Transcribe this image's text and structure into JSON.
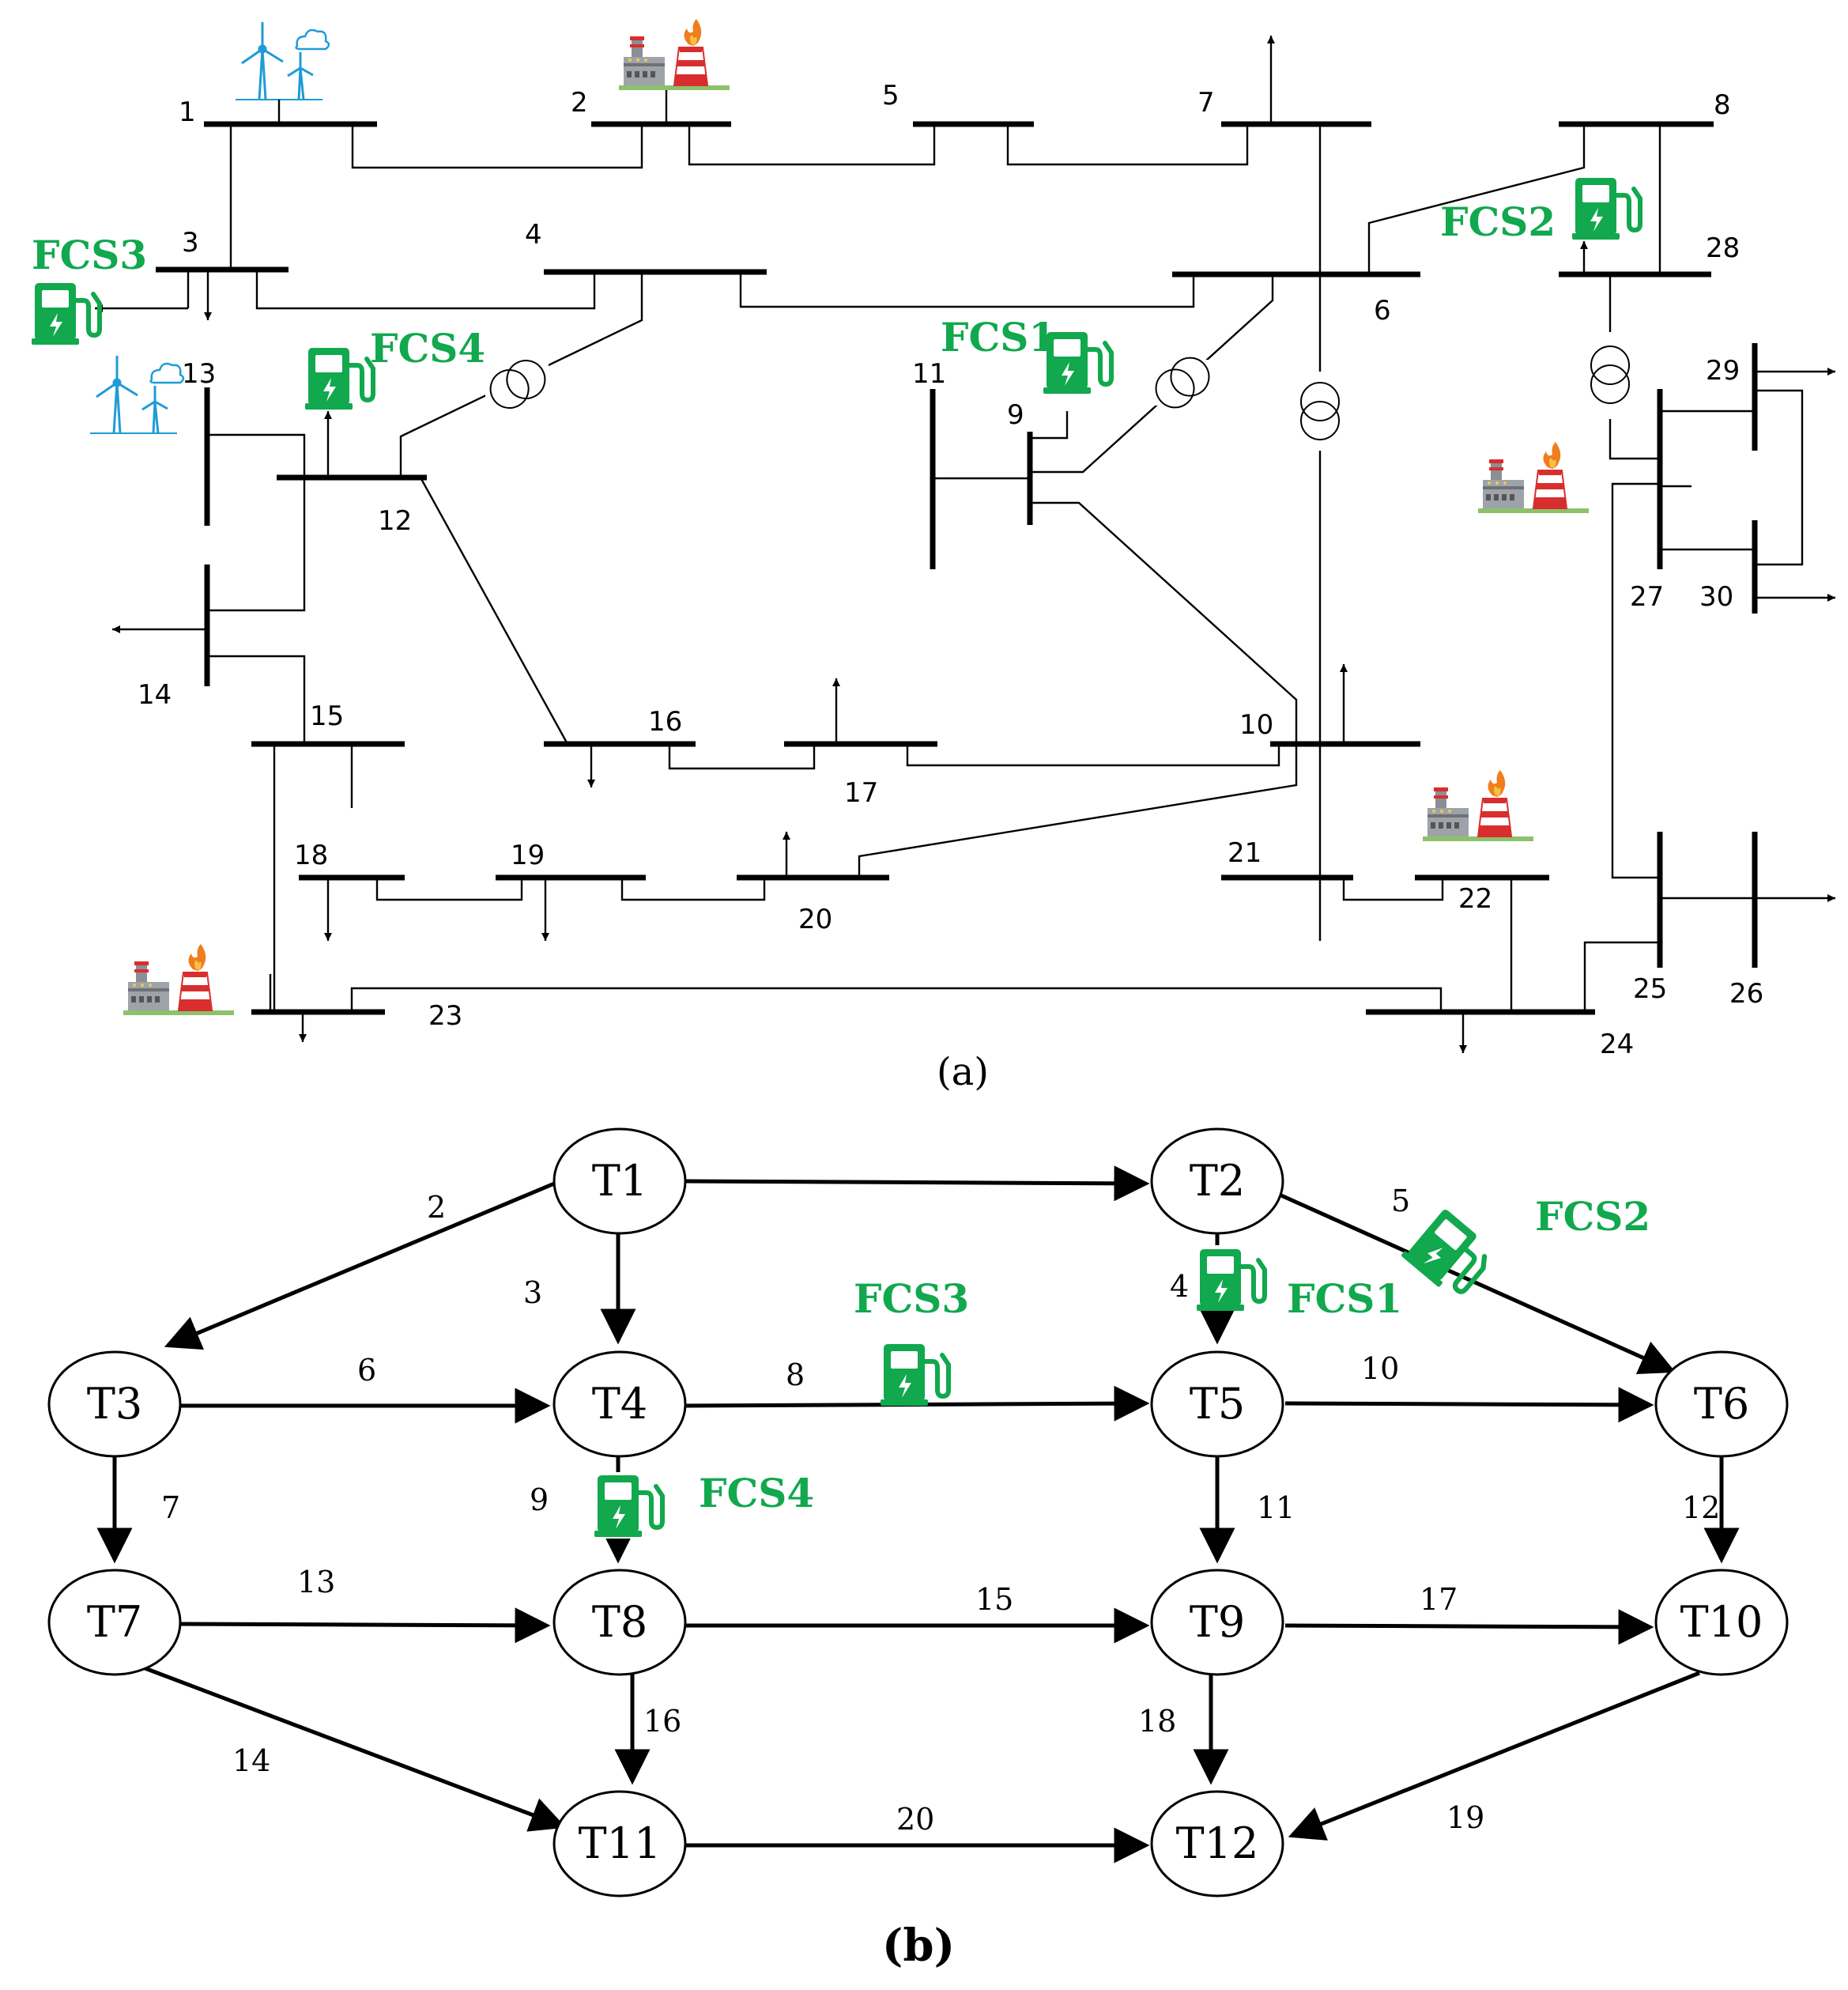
{
  "colors": {
    "fcs": "#11a84e",
    "line": "#000000",
    "wind": "#1f9bd8",
    "plant_gray": "#8a8f96",
    "plant_red": "#d92e2e",
    "flame": "#f07d1e"
  },
  "captions": {
    "a": "(a)",
    "b": "(b)"
  },
  "power": {
    "buses": [
      {
        "id": "1",
        "label": "1"
      },
      {
        "id": "2",
        "label": "2"
      },
      {
        "id": "3",
        "label": "3"
      },
      {
        "id": "4",
        "label": "4"
      },
      {
        "id": "5",
        "label": "5"
      },
      {
        "id": "6",
        "label": "6"
      },
      {
        "id": "7",
        "label": "7"
      },
      {
        "id": "8",
        "label": "8"
      },
      {
        "id": "9",
        "label": "9"
      },
      {
        "id": "10",
        "label": "10"
      },
      {
        "id": "11",
        "label": "11"
      },
      {
        "id": "12",
        "label": "12"
      },
      {
        "id": "13",
        "label": "13"
      },
      {
        "id": "14",
        "label": "14"
      },
      {
        "id": "15",
        "label": "15"
      },
      {
        "id": "16",
        "label": "16"
      },
      {
        "id": "17",
        "label": "17"
      },
      {
        "id": "18",
        "label": "18"
      },
      {
        "id": "19",
        "label": "19"
      },
      {
        "id": "20",
        "label": "20"
      },
      {
        "id": "21",
        "label": "21"
      },
      {
        "id": "22",
        "label": "22"
      },
      {
        "id": "23",
        "label": "23"
      },
      {
        "id": "24",
        "label": "24"
      },
      {
        "id": "25",
        "label": "25"
      },
      {
        "id": "26",
        "label": "26"
      },
      {
        "id": "27",
        "label": "27"
      },
      {
        "id": "28",
        "label": "28"
      },
      {
        "id": "29",
        "label": "29"
      },
      {
        "id": "30",
        "label": "30"
      }
    ],
    "fcs": [
      {
        "id": "FCS1",
        "label": "FCS1",
        "bus": "9"
      },
      {
        "id": "FCS2",
        "label": "FCS2",
        "bus": "28"
      },
      {
        "id": "FCS3",
        "label": "FCS3",
        "bus": "3"
      },
      {
        "id": "FCS4",
        "label": "FCS4",
        "bus": "12"
      }
    ],
    "wind_generators": [
      "1",
      "13"
    ],
    "thermal_generators": [
      "2",
      "27",
      "22",
      "23"
    ],
    "transformers": [
      "4-12",
      "6-9",
      "6-10",
      "28-27"
    ]
  },
  "transport": {
    "nodes": [
      {
        "id": "T1",
        "label": "T1"
      },
      {
        "id": "T2",
        "label": "T2"
      },
      {
        "id": "T3",
        "label": "T3"
      },
      {
        "id": "T4",
        "label": "T4"
      },
      {
        "id": "T5",
        "label": "T5"
      },
      {
        "id": "T6",
        "label": "T6"
      },
      {
        "id": "T7",
        "label": "T7"
      },
      {
        "id": "T8",
        "label": "T8"
      },
      {
        "id": "T9",
        "label": "T9"
      },
      {
        "id": "T10",
        "label": "T10"
      },
      {
        "id": "T11",
        "label": "T11"
      },
      {
        "id": "T12",
        "label": "T12"
      }
    ],
    "edges": [
      {
        "id": "1",
        "from": "T1",
        "to": "T2",
        "label": ""
      },
      {
        "id": "2",
        "from": "T1",
        "to": "T3",
        "label": "2"
      },
      {
        "id": "3",
        "from": "T1",
        "to": "T4",
        "label": "3"
      },
      {
        "id": "4",
        "from": "T2",
        "to": "T5",
        "label": "4"
      },
      {
        "id": "5",
        "from": "T2",
        "to": "T6",
        "label": "5"
      },
      {
        "id": "6",
        "from": "T3",
        "to": "T4",
        "label": "6"
      },
      {
        "id": "7",
        "from": "T3",
        "to": "T7",
        "label": "7"
      },
      {
        "id": "8",
        "from": "T4",
        "to": "T5",
        "label": "8"
      },
      {
        "id": "9",
        "from": "T4",
        "to": "T8",
        "label": "9"
      },
      {
        "id": "10",
        "from": "T5",
        "to": "T6",
        "label": "10"
      },
      {
        "id": "11",
        "from": "T5",
        "to": "T9",
        "label": "11"
      },
      {
        "id": "12",
        "from": "T6",
        "to": "T10",
        "label": "12"
      },
      {
        "id": "13",
        "from": "T7",
        "to": "T8",
        "label": "13"
      },
      {
        "id": "14",
        "from": "T7",
        "to": "T11",
        "label": "14"
      },
      {
        "id": "15",
        "from": "T8",
        "to": "T9",
        "label": "15"
      },
      {
        "id": "16",
        "from": "T8",
        "to": "T11",
        "label": "16"
      },
      {
        "id": "17",
        "from": "T9",
        "to": "T10",
        "label": "17"
      },
      {
        "id": "18",
        "from": "T9",
        "to": "T12",
        "label": "18"
      },
      {
        "id": "19",
        "from": "T10",
        "to": "T12",
        "label": "19"
      },
      {
        "id": "20",
        "from": "T11",
        "to": "T12",
        "label": "20"
      }
    ],
    "fcs": [
      {
        "id": "FCS1",
        "label": "FCS1",
        "edge": "4"
      },
      {
        "id": "FCS2",
        "label": "FCS2",
        "edge": "5"
      },
      {
        "id": "FCS3",
        "label": "FCS3",
        "edge": "8"
      },
      {
        "id": "FCS4",
        "label": "FCS4",
        "edge": "9"
      }
    ]
  }
}
